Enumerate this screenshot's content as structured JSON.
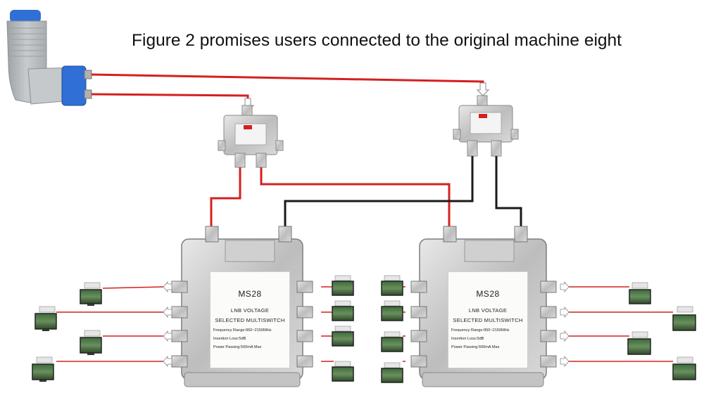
{
  "title": "Figure 2 promises users connected to the original machine eight",
  "multiswitch": {
    "model": "MS28",
    "line1": "LNB VOLTAGE",
    "line2": "SELECTED MULTISWITCH",
    "spec_frequency": "Frequency Range:950~2150MHz",
    "spec_insertion": "Insertion Loss:5dB",
    "spec_power": "Power Passing:500mA Max"
  },
  "colors": {
    "cable_red": "#d42020",
    "cable_black": "#1a1a1a",
    "metal": "#c9c9c9",
    "lnb_blue": "#2f6fd6",
    "lnb_body": "#b8bcbf"
  }
}
